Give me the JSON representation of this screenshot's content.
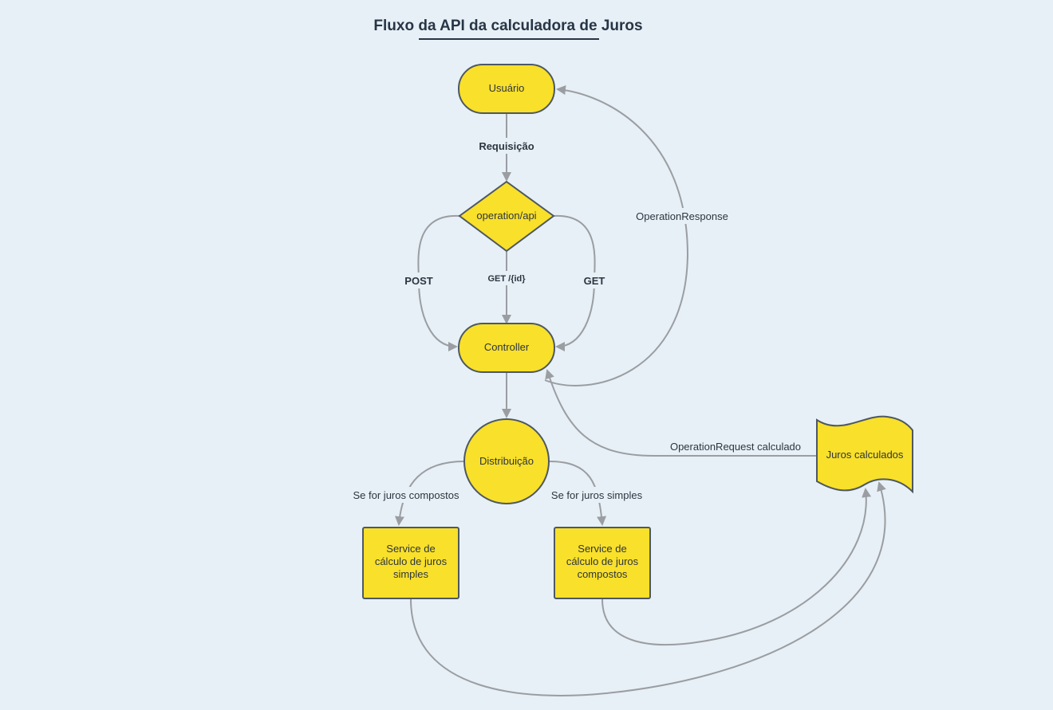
{
  "title": "Fluxo da API da calculadora de Juros",
  "colors": {
    "background": "#e7f0f6",
    "node_fill": "#f9e02a",
    "node_stroke": "#4d5862",
    "edge": "#9a9ea2",
    "text": "#2d3540"
  },
  "nodes": {
    "usuario": "Usuário",
    "operation_api": "operation/api",
    "controller": "Controller",
    "distribuicao": "Distribuição",
    "service_simples": [
      "Service de",
      "cálculo de juros",
      "simples"
    ],
    "service_compostos": [
      "Service de",
      "cálculo de juros",
      "compostos"
    ],
    "juros_calculados": "Juros calculados"
  },
  "edges": {
    "requisicao": "Requisição",
    "post": "POST",
    "get_id": "GET /{id}",
    "get": "GET",
    "operation_response": "OperationResponse",
    "operation_request_calculado": "OperationRequest calculado",
    "se_compostos": "Se for juros compostos",
    "se_simples": "Se for juros simples"
  }
}
